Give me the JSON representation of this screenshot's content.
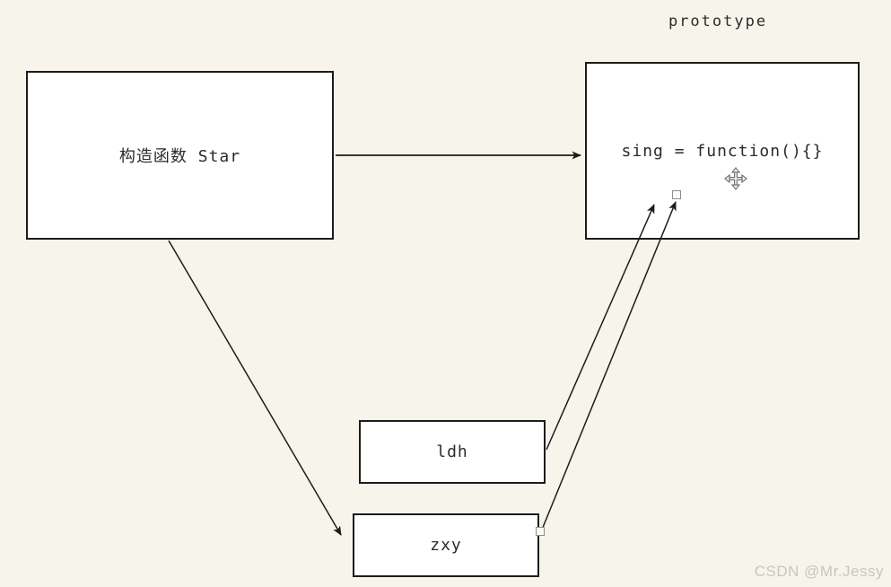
{
  "canvas": {
    "background_color": "#f7f4ec",
    "watermark": "CSDN @Mr.Jessy",
    "watermark_color": "#c9c6bd"
  },
  "diagram": {
    "title_label": "prototype",
    "boxes": [
      {
        "id": "constructor-star",
        "label": "构造函数 Star"
      },
      {
        "id": "prototype-object",
        "label": "sing = function(){}"
      },
      {
        "id": "instance-ldh",
        "label": "ldh"
      },
      {
        "id": "instance-zxy",
        "label": "zxy"
      }
    ],
    "connectors": [
      {
        "from": "constructor-star",
        "to": "prototype-object",
        "direction": "right"
      },
      {
        "from": "constructor-star",
        "to": "instance-zxy",
        "direction": "down-right"
      },
      {
        "from": "instance-ldh",
        "to": "prototype-object",
        "direction": "up-right"
      },
      {
        "from": "instance-zxy",
        "to": "prototype-object",
        "direction": "up-right"
      }
    ],
    "icons": [
      {
        "name": "move-icon"
      },
      {
        "name": "connection-handle"
      }
    ],
    "colors": {
      "box_fill": "#ffffff",
      "box_border": "#1c1c1c",
      "arrow": "#1c1c1c",
      "text": "#2b2b2b",
      "handle_border": "#8d8d8d"
    }
  }
}
